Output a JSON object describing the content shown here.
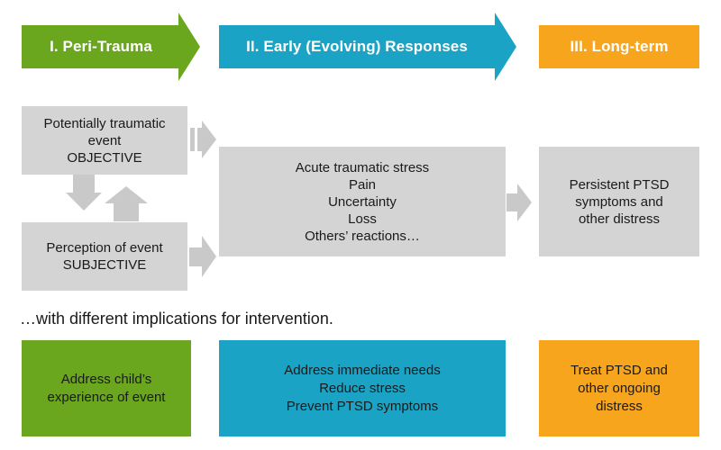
{
  "colors": {
    "green": "#6aa61e",
    "blue": "#1aa3c4",
    "orange": "#f6a51c",
    "gray_box": "#d4d4d4",
    "gray_arrow": "#c9c9c9"
  },
  "phases": [
    {
      "label": "I. Peri-Trauma"
    },
    {
      "label": "II. Early (Evolving) Responses"
    },
    {
      "label": "III. Long-term"
    }
  ],
  "boxes": {
    "event": [
      "Potentially traumatic",
      "event",
      "OBJECTIVE"
    ],
    "perception": [
      "Perception of event",
      "SUBJECTIVE"
    ],
    "acute": [
      "Acute traumatic stress",
      "Pain",
      "Uncertainty",
      "Loss",
      "Others’ reactions…"
    ],
    "persistent": [
      "Persistent PTSD",
      "symptoms and",
      "other distress"
    ]
  },
  "caption": "…with different implications for intervention.",
  "interventions": [
    [
      "Address child’s",
      "experience of event"
    ],
    [
      "Address immediate needs",
      "Reduce stress",
      "Prevent PTSD symptoms"
    ],
    [
      "Treat PTSD and",
      "other ongoing",
      "distress"
    ]
  ]
}
